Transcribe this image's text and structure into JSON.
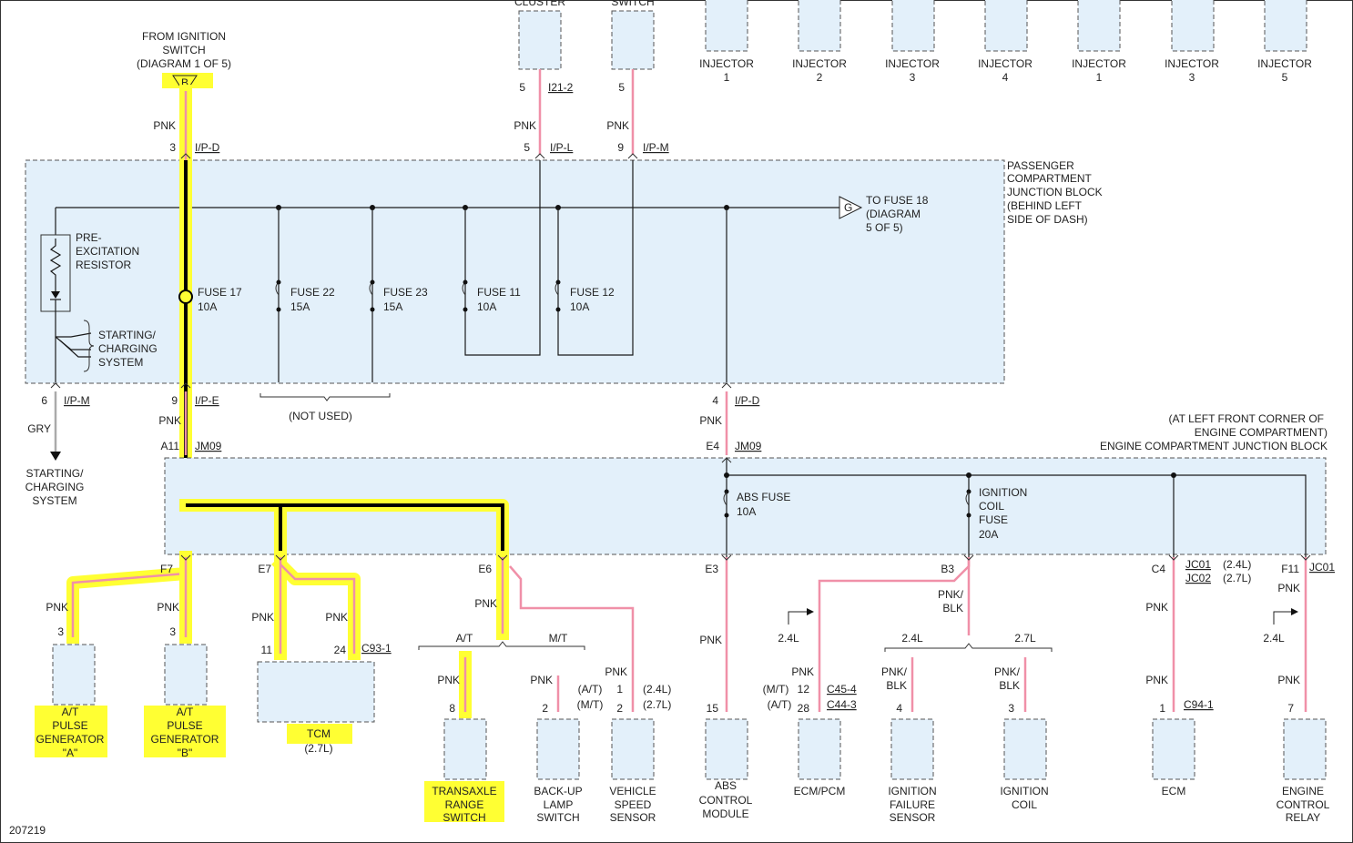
{
  "diagram_id": "207219",
  "top_labels": {
    "cluster": "CLUSTER",
    "switch": "SWITCH",
    "from_ignition": [
      "FROM IGNITION",
      "SWITCH",
      "(DIAGRAM 1 OF 5)"
    ],
    "connector_b": "B",
    "connector_g": "G"
  },
  "injectors": [
    {
      "label": "INJECTOR",
      "num": "1"
    },
    {
      "label": "INJECTOR",
      "num": "2"
    },
    {
      "label": "INJECTOR",
      "num": "3"
    },
    {
      "label": "INJECTOR",
      "num": "4"
    },
    {
      "label": "INJECTOR",
      "num": "1"
    },
    {
      "label": "INJECTOR",
      "num": "3"
    },
    {
      "label": "INJECTOR",
      "num": "5"
    }
  ],
  "passenger_jb": [
    "PASSENGER",
    "COMPARTMENT",
    "JUNCTION BLOCK",
    "(BEHIND LEFT",
    "SIDE OF DASH)"
  ],
  "to_fuse18": [
    "TO FUSE 18",
    "(DIAGRAM",
    "5 OF 5)"
  ],
  "pre_excitation": [
    "PRE-",
    "EXCITATION",
    "RESISTOR"
  ],
  "starting_charging": [
    "STARTING/",
    "CHARGING",
    "SYSTEM"
  ],
  "fuses": [
    {
      "name": "FUSE 17",
      "rating": "10A"
    },
    {
      "name": "FUSE 22",
      "rating": "15A"
    },
    {
      "name": "FUSE 23",
      "rating": "15A"
    },
    {
      "name": "FUSE 11",
      "rating": "10A"
    },
    {
      "name": "FUSE 12",
      "rating": "10A"
    }
  ],
  "not_used": "(NOT USED)",
  "engine_jb": [
    "(AT LEFT FRONT CORNER OF",
    "ENGINE COMPARTMENT)",
    "ENGINE COMPARTMENT JUNCTION BLOCK"
  ],
  "abs_fuse": [
    "ABS FUSE",
    "10A"
  ],
  "ign_coil_fuse": [
    "IGNITION",
    "COIL",
    "FUSE",
    "20A"
  ],
  "wire_colors": {
    "pnk": "PNK",
    "gry": "GRY",
    "pnk_blk": [
      "PNK/",
      "BLK"
    ]
  },
  "connectors": {
    "i21_2": "I21-2",
    "ip_l": "I/P-L",
    "ip_m": "I/P-M",
    "ip_d": "I/P-D",
    "ip_e": "I/P-E",
    "jm09": "JM09",
    "c93_1": "C93-1",
    "c45_4": "C45-4",
    "c44_3": "C44-3",
    "jc01": "JC01",
    "jc02": "JC02",
    "c94_1": "C94-1"
  },
  "pins": {
    "p3": "3",
    "p5": "5",
    "p9": "9",
    "p6": "6",
    "p4": "4",
    "a11": "A11",
    "e4": "E4",
    "f7": "F7",
    "e7": "E7",
    "e6": "E6",
    "e3": "E3",
    "b3": "B3",
    "c4": "C4",
    "f11": "F11",
    "p11": "11",
    "p24": "24",
    "p8": "8",
    "p2": "2",
    "p1": "1",
    "p15": "15",
    "p12": "12",
    "p28": "28",
    "p7": "7"
  },
  "options": {
    "at": "A/T",
    "mt": "M/T",
    "at_p": "(A/T)",
    "mt_p": "(M/T)",
    "l24": "2.4L",
    "l27": "2.7L",
    "l24_p": "(2.4L)",
    "l27_p": "(2.7L)"
  },
  "components": {
    "pulse_a": [
      "A/T",
      "PULSE",
      "GENERATOR",
      "\"A\""
    ],
    "pulse_b": [
      "A/T",
      "PULSE",
      "GENERATOR",
      "\"B\""
    ],
    "tcm": [
      "TCM",
      "(2.7L)"
    ],
    "trs": [
      "TRANSAXLE",
      "RANGE",
      "SWITCH"
    ],
    "backup": [
      "BACK-UP",
      "LAMP",
      "SWITCH"
    ],
    "vss": [
      "VEHICLE",
      "SPEED",
      "SENSOR"
    ],
    "abs": [
      "ABS",
      "CONTROL",
      "MODULE"
    ],
    "ecm_pcm": "ECM/PCM",
    "ign_fail": [
      "IGNITION",
      "FAILURE",
      "SENSOR"
    ],
    "ign_coil": [
      "IGNITION",
      "COIL"
    ],
    "ecm": "ECM",
    "ecr": [
      "ENGINE",
      "CONTROL",
      "RELAY"
    ]
  }
}
